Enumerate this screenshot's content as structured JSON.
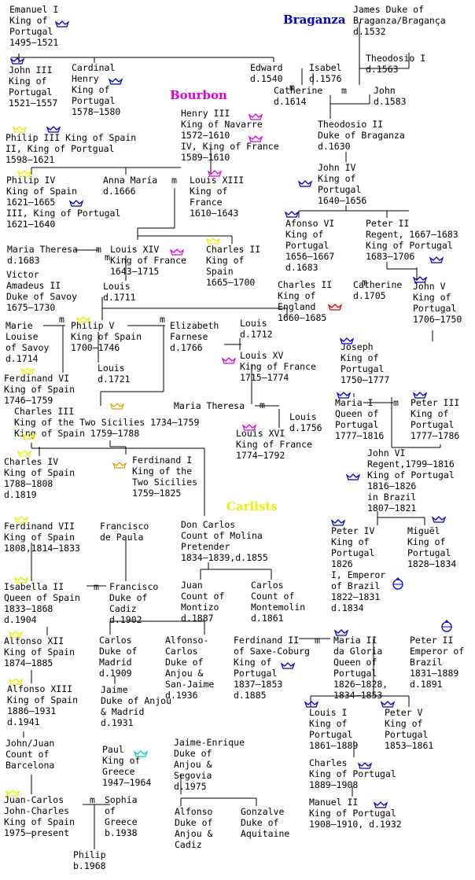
{
  "titles": {
    "braganza": "Braganza",
    "bourbon": "Bourbon",
    "carlists": "Carlists"
  },
  "colors": {
    "braganza": "#0000cc",
    "bourbon": "#dd00dd",
    "carlists": "#eeee00",
    "crown_blue": "#0000cc",
    "crown_magenta": "#dd00dd",
    "crown_yellow": "#eeee00",
    "crown_orange": "#e8a000",
    "crown_red": "#dd0000",
    "crown_cyan": "#00cccc"
  },
  "marriage_symbol": "m",
  "people": {
    "emanuel_i": [
      "Emanuel I",
      "King of",
      "Portugal",
      "1495–1521"
    ],
    "james_braganza": [
      "James Duke of",
      "Braganza/Bragança",
      "d.1532"
    ],
    "john_iii": [
      "John III",
      "King of",
      "Portugal",
      "1521–1557"
    ],
    "cardinal_henry": [
      "Cardinal",
      "Henry",
      "King of",
      "Portugal",
      "1578–1580"
    ],
    "edward": [
      "Edward",
      "d.1540"
    ],
    "isabel": [
      "Isabel",
      "d.1576"
    ],
    "theodosio_i": [
      "Theodosio I",
      "d.1563"
    ],
    "catherine_braganza": [
      "Catherine",
      "d.1614"
    ],
    "john_1583": [
      "John",
      "d.1583"
    ],
    "henry_iii": [
      "Henry III",
      "King of Navarre",
      "1572–1610",
      "IV, King of France",
      "1589–1610"
    ],
    "theodosio_ii": [
      "Theodosio II",
      "Duke of Braganza",
      "d.1630"
    ],
    "philip_iii": [
      "Philip III King of Spain",
      "II, King of Portgual",
      "1598–1621"
    ],
    "philip_iv": [
      "Philip IV",
      "King of Spain",
      "1621–1665",
      "III, King of Portugal",
      "1621–1640"
    ],
    "anna_maria": [
      "Anna María",
      "d.1666"
    ],
    "louis_xiii": [
      "Louis XIII",
      "King of",
      "France",
      "1610–1643"
    ],
    "john_iv": [
      "John IV",
      "King of",
      "Portugal",
      "1640–1656"
    ],
    "afonso_vi": [
      "Afonso VI",
      "King of",
      "Portugal",
      "1656–1667",
      "d.1683"
    ],
    "peter_ii": [
      "Peter II",
      "Regent, 1667–1683",
      "King of Portugal",
      "1683–1706"
    ],
    "maria_theresa_1683": [
      "Maria Theresa",
      "d.1683"
    ],
    "louis_xiv": [
      "Louis XIV",
      "King of France",
      "1643–1715"
    ],
    "charles_ii_spain": [
      "Charles II",
      "King of",
      "Spain",
      "1665–1700"
    ],
    "victor_amadeus": [
      "Victor",
      "Amadeus II",
      "Duke of Savoy",
      "1675–1730"
    ],
    "louis_1711": [
      "Louis",
      "d.1711"
    ],
    "charles_ii_england": [
      "Charles II",
      "King of",
      "England",
      "1660–1685"
    ],
    "catherine_1705": [
      "Catherine",
      "d.1705"
    ],
    "john_v": [
      "John V",
      "King of",
      "Portugal",
      "1706–1750"
    ],
    "marie_louise": [
      "Marie",
      "Louise",
      "of Savoy",
      "d.1714"
    ],
    "philip_v": [
      "Philip V",
      "King of Spain",
      "1700–1746"
    ],
    "elizabeth_farnese": [
      "Elizabeth",
      "Farnese",
      "d.1766"
    ],
    "louis_1712": [
      "Louis",
      "d.1712"
    ],
    "joseph": [
      "Joseph",
      "King of",
      "Portugal",
      "1750–1777"
    ],
    "ferdinand_vi": [
      "Ferdinand VI",
      "King of Spain",
      "1746–1759"
    ],
    "louis_1721": [
      "Louis",
      "d.1721"
    ],
    "louis_xv": [
      "Louis XV",
      "King of France",
      "1715–1774"
    ],
    "maria_i": [
      "Maria I",
      "Queen of",
      "Portugal",
      "1777–1816"
    ],
    "peter_iii": [
      "Peter III",
      "King of",
      "Portugal",
      "1777–1786"
    ],
    "charles_iii": [
      "Charles III",
      "King of the Two Sicilies 1734–1759",
      "King of Spain 1759–1788"
    ],
    "maria_theresa_spain": [
      "Maria Theresa"
    ],
    "louis_1756": [
      "Louis",
      "d.1756"
    ],
    "louis_xvi": [
      "Louis XVI",
      "King of France",
      "1774–1792"
    ],
    "charles_iv": [
      "Charles IV",
      "King of Spain",
      "1788–1808",
      "d.1819"
    ],
    "ferdinand_i": [
      "Ferdinand I",
      "King of the",
      "Two Sicilies",
      "1759–1825"
    ],
    "john_vi": [
      "John VI",
      "Regent,1799–1816",
      "King of Portugal",
      "1816–1826",
      "in Brazil",
      "1807–1821"
    ],
    "ferdinand_vii": [
      "Ferdinand VII",
      "King of Spain",
      "1808,1814–1833"
    ],
    "francisco_de_paula": [
      "Francisco",
      "de Paula"
    ],
    "don_carlos": [
      "Don Carlos",
      "Count of Molina",
      "Pretender",
      "1834–1839,d.1855"
    ],
    "peter_iv": [
      "Peter IV",
      "King of",
      "Portugal",
      "1826",
      "I, Emperor",
      "of Brazil",
      "1822–1831",
      "d.1834"
    ],
    "miguel": [
      "Miguël",
      "King of",
      "Portugal",
      "1828–1834"
    ],
    "isabella_ii": [
      "Isabella II",
      "Queen of Spain",
      "1833–1868",
      "d.1904"
    ],
    "francisco_cadiz": [
      "Francisco",
      "Duke of",
      "Cadiz",
      "d.1902"
    ],
    "juan_montizo": [
      "Juan",
      "Count of",
      "Montizo",
      "d.1887"
    ],
    "carlos_montemolin": [
      "Carlos",
      "Count of",
      "Montemolin",
      "d.1861"
    ],
    "alfonso_xii": [
      "Alfonso XII",
      "King of Spain",
      "1874–1885"
    ],
    "carlos_madrid": [
      "Carlos",
      "Duke of",
      "Madrid",
      "d.1909"
    ],
    "alfonso_carlos": [
      "Alfonso-",
      "Carlos",
      "Duke of",
      "Anjou &",
      "San-Jaime",
      "d.1936"
    ],
    "ferdinand_ii": [
      "Ferdinand II",
      "of Saxe-Coburg",
      "King of",
      "Portugal",
      "1837–1853",
      "d.1885"
    ],
    "maria_ii": [
      "Maria II",
      "da Gloria",
      "Queen of",
      "Portugal",
      "1826–1828,",
      "1834–1853"
    ],
    "peter_ii_brazil": [
      "Peter II",
      "Emperor of",
      "Brazil",
      "1831–1889",
      "d.1891"
    ],
    "alfonso_xiii": [
      "Alfonso XIII",
      "King of Spain",
      "1886–1931",
      "d.1941"
    ],
    "jaime_anjou": [
      "Jaime",
      "Duke of Anjou",
      "& Madrid",
      "d.1931"
    ],
    "louis_i": [
      "Louis I",
      "King of",
      "Portugal",
      "1861–1889"
    ],
    "peter_v": [
      "Peter V",
      "King of",
      "Portugal",
      "1853–1861"
    ],
    "john_juan": [
      "John/Juan",
      "Count of",
      "Barcelona"
    ],
    "paul_greece": [
      "Paul",
      "King of",
      "Greece",
      "1947–1964"
    ],
    "jaime_enrique": [
      "Jaime-Enrique",
      "Duke of",
      "Anjou &",
      "Segovia",
      "d.1975"
    ],
    "charles_portugal": [
      "Charles",
      "King of Portugal",
      "1889–1908"
    ],
    "manuel_ii": [
      "Manuel II",
      "King of Portugal",
      "1908–1910, d.1932"
    ],
    "juan_carlos": [
      "Juan-Carlos",
      "John-Charles",
      "King of Spain",
      "1975–present"
    ],
    "sophia": [
      "Sophia",
      "of",
      "Greece",
      "b.1938"
    ],
    "alfonso_cadiz": [
      "Alfonso",
      "Duke of",
      "Anjou &",
      "Cadiz"
    ],
    "gonzalve": [
      "Gonzalve",
      "Duke of",
      "Aquitaine"
    ],
    "philip_1968": [
      "Philip",
      "b.1968"
    ]
  }
}
